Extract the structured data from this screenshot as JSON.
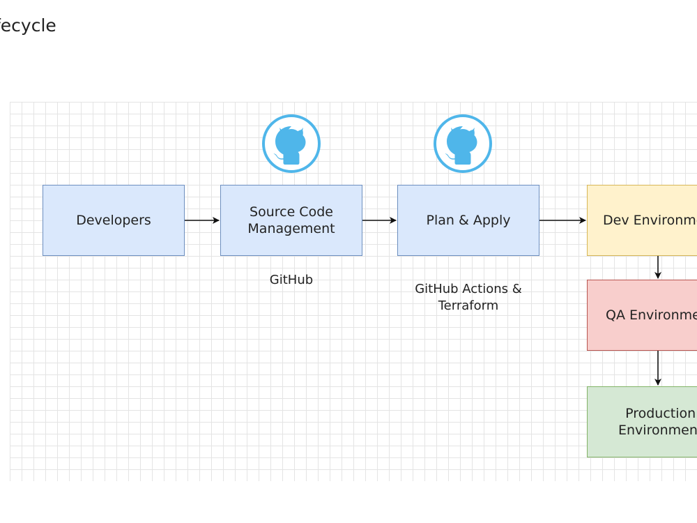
{
  "heading": "fecycle",
  "nodes": {
    "developers": "Developers",
    "scm": "Source Code\nManagement",
    "plan_apply": "Plan & Apply",
    "dev_env": "Dev Environme",
    "qa_env": "QA Environme",
    "prod_env": "Production\nEnvironment"
  },
  "captions": {
    "github": "GitHub",
    "actions": "GitHub Actions &\nTerraform"
  },
  "icons": {
    "scm_icon": "github-icon",
    "plan_icon": "github-icon"
  },
  "colors": {
    "blue_fill": "#dae8fc",
    "blue_stroke": "#6c8ebf",
    "yellow_fill": "#fff2cc",
    "red_fill": "#f8cecc",
    "green_fill": "#d5e8d4",
    "github_blue": "#4fb6ea"
  }
}
